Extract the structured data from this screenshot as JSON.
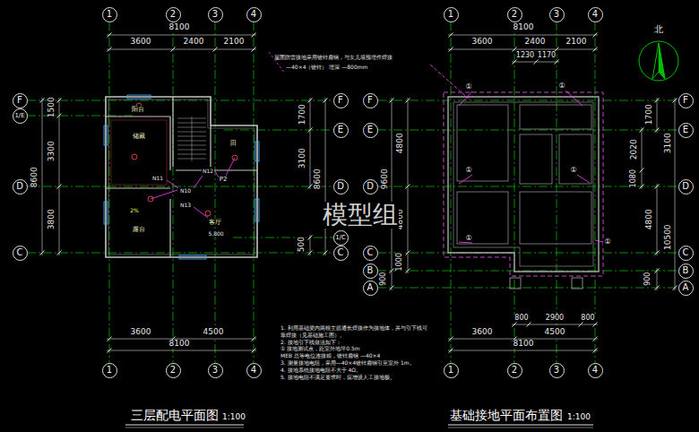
{
  "diagram": {
    "title": "三层配电平面图",
    "nodes": [
      {
        "text": [
          "阳台"
        ]
      },
      {
        "text": [
          "储藏"
        ]
      },
      {
        "text": [
          "田"
        ]
      },
      {
        "text": [
          "露台"
        ]
      },
      {
        "text": [
          "客厅"
        ]
      },
      {
        "text": [
          "1"
        ]
      },
      {
        "text": [
          "2"
        ]
      },
      {
        "text": [
          "3"
        ]
      },
      {
        "text": [
          "4"
        ]
      },
      {
        "text": [
          "1"
        ]
      },
      {
        "text": [
          "2"
        ]
      },
      {
        "text": [
          "3"
        ]
      },
      {
        "text": [
          "4"
        ]
      },
      {
        "text": [
          "F"
        ]
      },
      {
        "text": [
          "1/E"
        ]
      },
      {
        "text": [
          "D"
        ]
      },
      {
        "text": [
          "C"
        ]
      },
      {
        "text": [
          "F"
        ]
      },
      {
        "text": [
          "E"
        ]
      },
      {
        "text": [
          "D"
        ]
      },
      {
        "text": [
          "1/C"
        ]
      },
      {
        "text": [
          "C"
        ]
      },
      {
        "text": [
          "1"
        ]
      },
      {
        "text": [
          "2"
        ]
      },
      {
        "text": [
          "3"
        ]
      },
      {
        "text": [
          "4"
        ]
      },
      {
        "text": [
          "1"
        ]
      },
      {
        "text": [
          "2"
        ]
      },
      {
        "text": [
          "3"
        ]
      },
      {
        "text": [
          "4"
        ]
      },
      {
        "text": [
          "F"
        ]
      },
      {
        "text": [
          "E"
        ]
      },
      {
        "text": [
          "D"
        ]
      },
      {
        "text": [
          "C"
        ]
      },
      {
        "text": [
          "B"
        ]
      },
      {
        "text": [
          "A"
        ]
      },
      {
        "text": [
          "F"
        ]
      },
      {
        "text": [
          "E"
        ]
      },
      {
        "text": [
          "D"
        ]
      },
      {
        "text": [
          "C"
        ]
      },
      {
        "text": [
          "B"
        ]
      },
      {
        "text": [
          "A"
        ]
      }
    ],
    "labels": [
      "8100",
      "3600",
      "2400",
      "2100",
      "1500",
      "3300",
      "3800",
      "8600",
      "1700",
      "3100",
      "500",
      "8600",
      "3600",
      "4500",
      "8100",
      "2%",
      "N11",
      "N12",
      "N10",
      "N13",
      "P2",
      "5.800",
      "屋面防雷接地采用镀锌扁钢，与女儿墙预埋件焊接",
      "—40×4（镀锌） 埋深 —800mm",
      "8100",
      "3600",
      "2400",
      "2100",
      "1230",
      "1170",
      "4800",
      "9600",
      "4800",
      "1000",
      "900",
      "1700",
      "3100",
      "2020",
      "1080",
      "4800",
      "10500",
      "900",
      "800",
      "2900",
      "800",
      "3600",
      "4500",
      "8100",
      "北",
      "①",
      "①",
      "①",
      "①",
      "①",
      "①",
      "1. 利用基础梁内两根主筋通长焊接作为接地体，并与引下线可靠焊接（见基础施工图）。",
      "2. 接地引下线做法如下：",
      "① 接地测试点，距室外地坪0.5m",
      "MEB 总等电位连接箱，镀锌扁钢 —40×4",
      "3. 测量接地电阻，采用—40×4镀锌扁钢引至室外 1m。",
      "4. 接地系统接地电阻不大于 4Ω。",
      "5. 接地电阻不满足要求时，应增设人工接地极。",
      "基础接地平面布置图",
      "1:100",
      "1:100",
      "模型组"
    ]
  }
}
